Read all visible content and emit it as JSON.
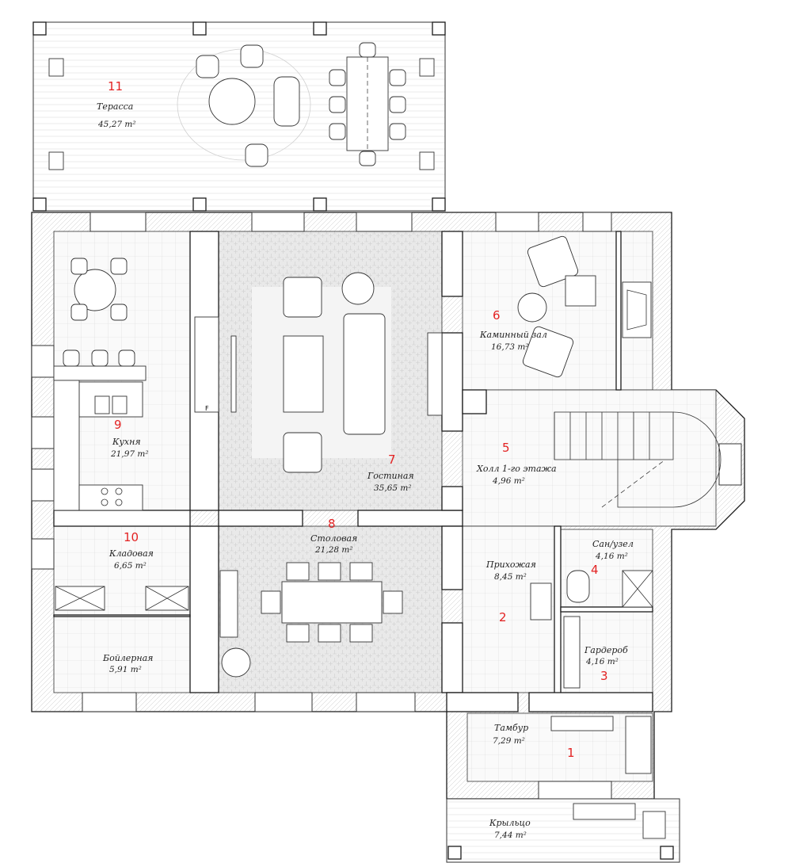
{
  "rooms": [
    {
      "num": "1",
      "name": "Тамбур",
      "area": "7,29 m²"
    },
    {
      "num": "2",
      "name": "Прихожая",
      "area": "8,45 m²"
    },
    {
      "num": "3",
      "name": "Гардероб",
      "area": "4,16 m²"
    },
    {
      "num": "4",
      "name": "Сан/узел",
      "area": "4,16 m²"
    },
    {
      "num": "5",
      "name": "Холл 1-го этажа",
      "area": "4,96 m²"
    },
    {
      "num": "6",
      "name": "Каминный зал",
      "area": "16,73 m²"
    },
    {
      "num": "7",
      "name": "Гостиная",
      "area": "35,65 m²"
    },
    {
      "num": "8",
      "name": "Столовая",
      "area": "21,28 m²"
    },
    {
      "num": "9",
      "name": "Кухня",
      "area": "21,97 m²"
    },
    {
      "num": "10",
      "name": "Кладовая",
      "area": "6,65 m²"
    },
    {
      "num": "11",
      "name": "Терасса",
      "area": "45,27 m²"
    },
    {
      "num": "",
      "name": "Бойлерная",
      "area": "5,91 m²"
    },
    {
      "num": "",
      "name": "Крыльцо",
      "area": "7,44 m²"
    }
  ],
  "icons": {
    "fridge_mark": "F"
  }
}
